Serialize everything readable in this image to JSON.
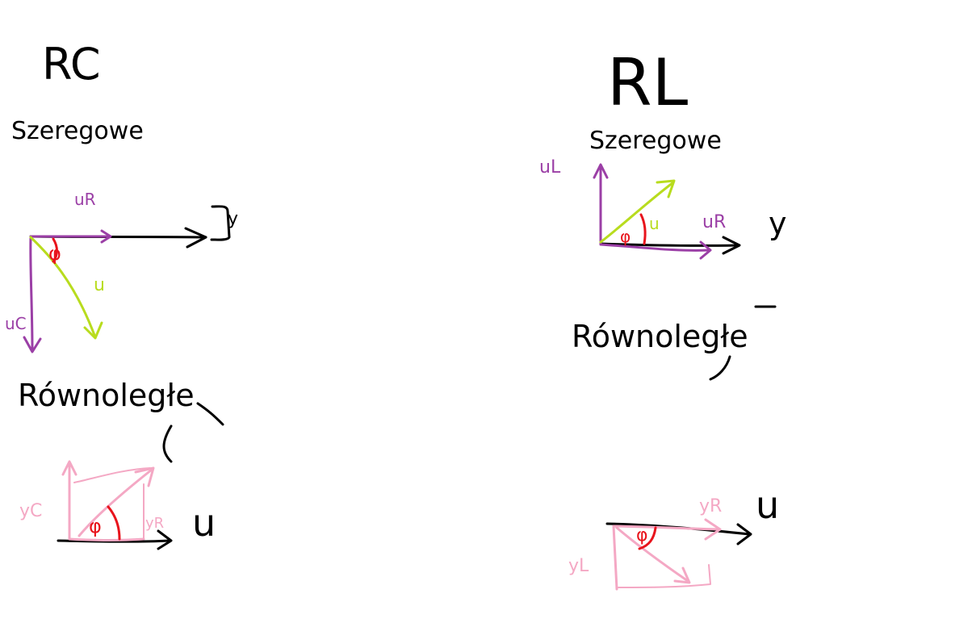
{
  "colors": {
    "ink": "#000000",
    "voltage_components": "#9b3fa6",
    "resultant": "#b8dc1e",
    "angle": "#e8141c",
    "admittance": "#f4a8c4"
  },
  "rc": {
    "title": "RC",
    "series": {
      "heading": "Szeregowe",
      "ref_axis": "y",
      "ur_label": "uR",
      "uc_label": "uC",
      "u_label": "u",
      "angle_label": "φ"
    },
    "parallel": {
      "heading": "Równoległe",
      "ref_axis": "u",
      "yc_label": "yC",
      "yr_label": "yR",
      "angle_label": "φ"
    }
  },
  "rl": {
    "title": "RL",
    "series": {
      "heading": "Szeregowe",
      "ref_axis": "y",
      "ul_label": "uL",
      "ur_label": "uR",
      "u_label": "u",
      "angle_label": "φ"
    },
    "parallel": {
      "heading": "Równoległe",
      "ref_axis": "u",
      "yr_label": "yR",
      "yl_label": "yL",
      "angle_label": "φ"
    }
  }
}
